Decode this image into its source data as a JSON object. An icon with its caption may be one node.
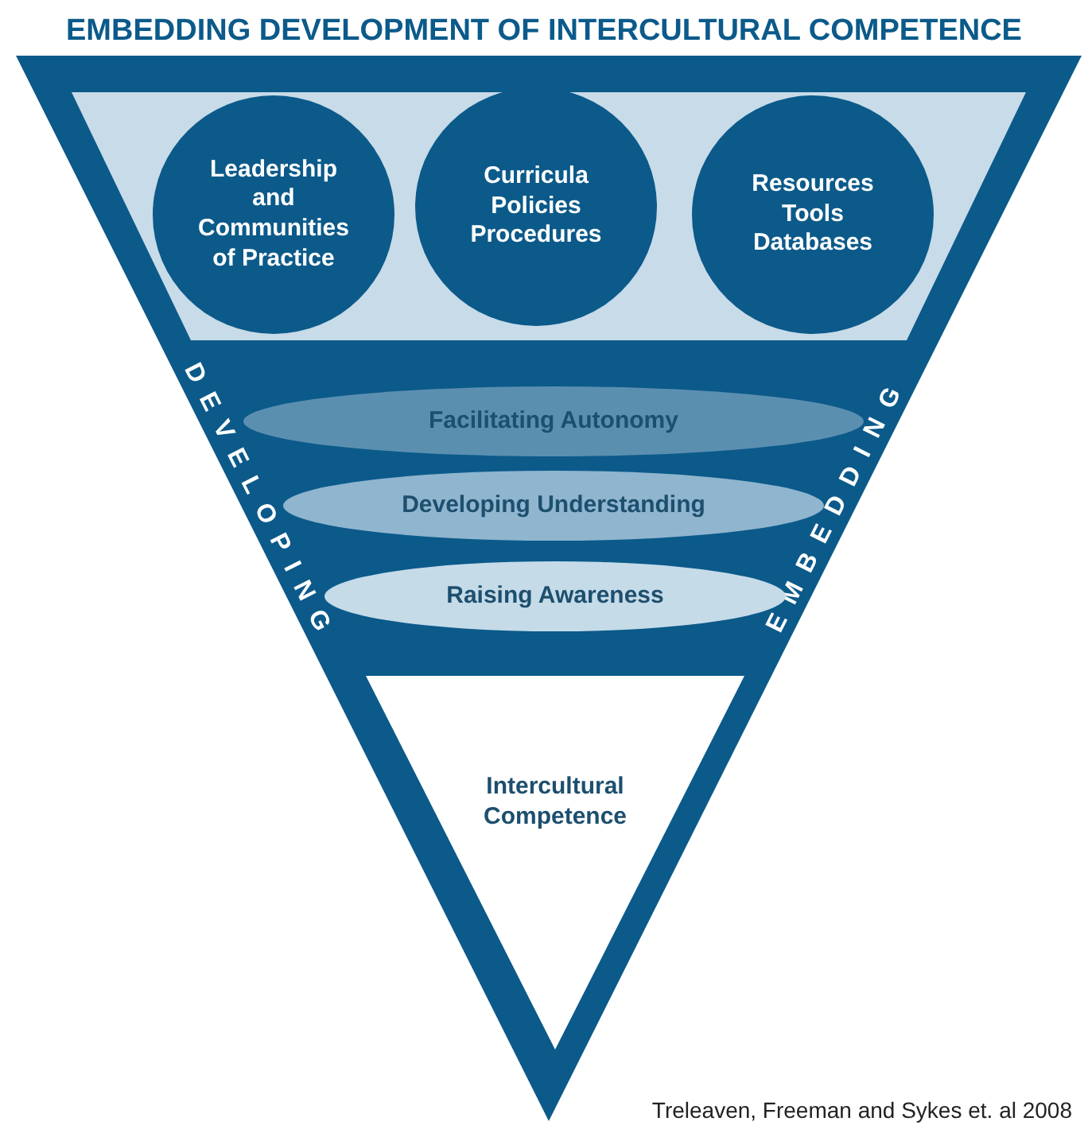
{
  "diagram": {
    "title": "EMBEDDING DEVELOPMENT OF INTERCULTURAL COMPETENCE",
    "caption": "Treleaven, Freeman and Sykes et. al 2008",
    "nodes": [
      {
        "text": [
          "DEVELOPING",
          "EMBEDDING"
        ]
      },
      {
        "text": [],
        "shape": "trapezoid",
        "in": 0
      },
      {
        "text": [
          "Leadership and Communities of Practice"
        ],
        "in": 1
      },
      {
        "text": [
          "Curricula Policies Procedures"
        ],
        "in": 1
      },
      {
        "text": [
          "Resources Tools Databases"
        ],
        "in": 1
      },
      {
        "text": [
          "Facilitating Autonomy"
        ],
        "in": 0
      },
      {
        "text": [
          "Developing Understanding"
        ],
        "in": 0
      },
      {
        "text": [
          "Raising Awareness"
        ],
        "in": 0
      },
      {
        "text": [
          "Intercultural Competence"
        ],
        "in": 0
      }
    ],
    "edges": []
  }
}
